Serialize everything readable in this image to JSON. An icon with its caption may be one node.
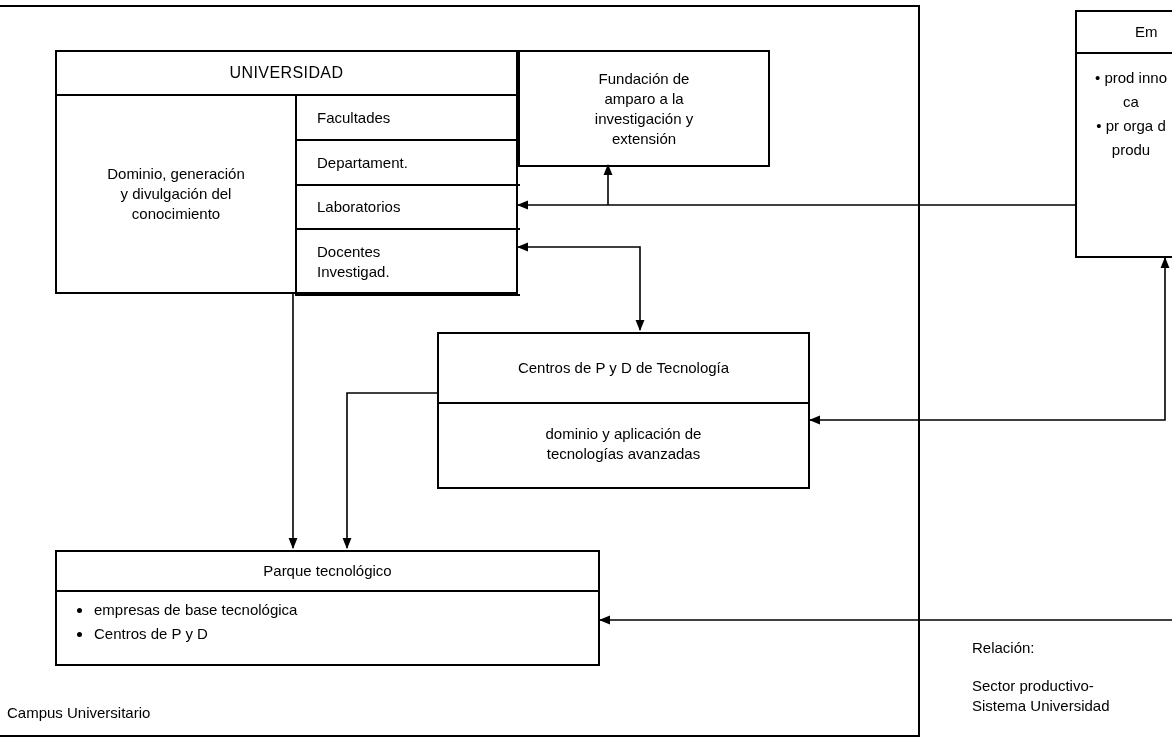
{
  "diagram": {
    "nodes": [
      {
        "text": [
          "Campus Universitario"
        ]
      },
      {
        "text": [
          "UNIVERSIDAD",
          "Dominio, generación y divulgación del conocimiento"
        ],
        "in": 0
      },
      {
        "text": [
          "Facultades"
        ],
        "in": 1
      },
      {
        "text": [
          "Departament."
        ],
        "in": 1
      },
      {
        "text": [
          "Laboratorios"
        ],
        "in": 1
      },
      {
        "text": [
          "Docentes Investigad."
        ],
        "in": 1
      },
      {
        "text": [
          "Fundación de amparo a la investigación y extensión"
        ],
        "in": 0
      },
      {
        "text": [
          "Centros de P y D de Tecnología",
          "dominio y aplicación de tecnologías avanzadas"
        ],
        "in": 0
      },
      {
        "text": [
          "Parque tecnológico",
          "empresas de base tecnológica",
          "Centros de P y D"
        ],
        "in": 0
      },
      {
        "text": [
          "Em",
          "• prod inno ca",
          "• pr orga d produ"
        ]
      }
    ],
    "edges": [
      {
        "from": 9,
        "to": 4,
        "arrow": "to"
      },
      {
        "from": null,
        "to": 6,
        "arrow": "to"
      },
      {
        "from": 5,
        "to": 7,
        "arrow": "both"
      },
      {
        "from": 1,
        "to": 8,
        "arrow": "to"
      },
      {
        "from": 7,
        "to": 8,
        "arrow": "to"
      },
      {
        "from": 9,
        "to": 7,
        "arrow": "both"
      },
      {
        "from": null,
        "to": 8,
        "arrow": "to"
      }
    ],
    "labels": [
      "Relación:",
      "Sector productivo- Sistema Universidad"
    ]
  }
}
